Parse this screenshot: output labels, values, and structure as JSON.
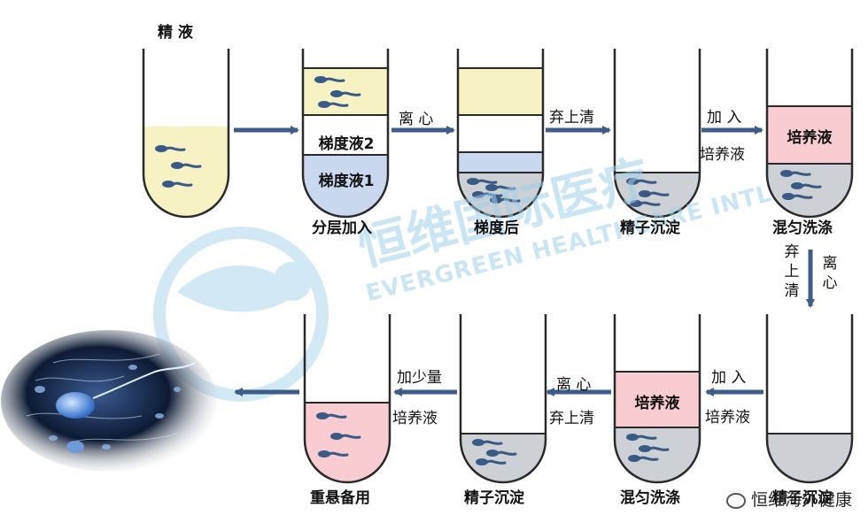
{
  "title": "精 液",
  "colors": {
    "semen": "#f7f2c4",
    "gradient2": "#ffffff",
    "gradient1": "#c9d7ef",
    "pellet": "#cdd0d4",
    "medium": "#f9ccd2",
    "arrow": "#3d5d88",
    "tube": "#2a2a2a",
    "sperm": "#3a5a86",
    "watermark": "#9fd0ea"
  },
  "tubes": {
    "t1": {
      "label": "",
      "layers": []
    },
    "t2": {
      "label": "分层加入",
      "layers": [
        "梯度液2",
        "梯度液1"
      ]
    },
    "t3": {
      "label": "梯度后"
    },
    "t4": {
      "label": "精子沉淀"
    },
    "t5": {
      "label": "混匀洗涤",
      "layers": [
        "培养液"
      ]
    },
    "t6": {
      "label": "精子沉淀"
    },
    "t7": {
      "label": "混匀洗涤",
      "layers": [
        "培养液"
      ]
    },
    "t8": {
      "label": "精子沉淀"
    },
    "t9": {
      "label": "重悬备用"
    }
  },
  "steps": {
    "s1": "离 心",
    "s2": "弃上清",
    "s3_line1": "加 入",
    "s3_line2": "培养液",
    "s4_a": "弃上清",
    "s4_b": "离 心",
    "s5_line1": "加 入",
    "s5_line2": "培养液",
    "s6_line1": "离 心",
    "s6_line2": "弃上清",
    "s7_line1": "加少量",
    "s7_line2": "培养液"
  },
  "watermark": {
    "cn": "恒维国际医疗",
    "en": "EVERGREEN HEALTHCARE INTL"
  },
  "corner_brand": "恒维海外健康",
  "icons": [
    "sperm-icon",
    "arrow-icon",
    "wechat-icon",
    "watermark-logo"
  ]
}
